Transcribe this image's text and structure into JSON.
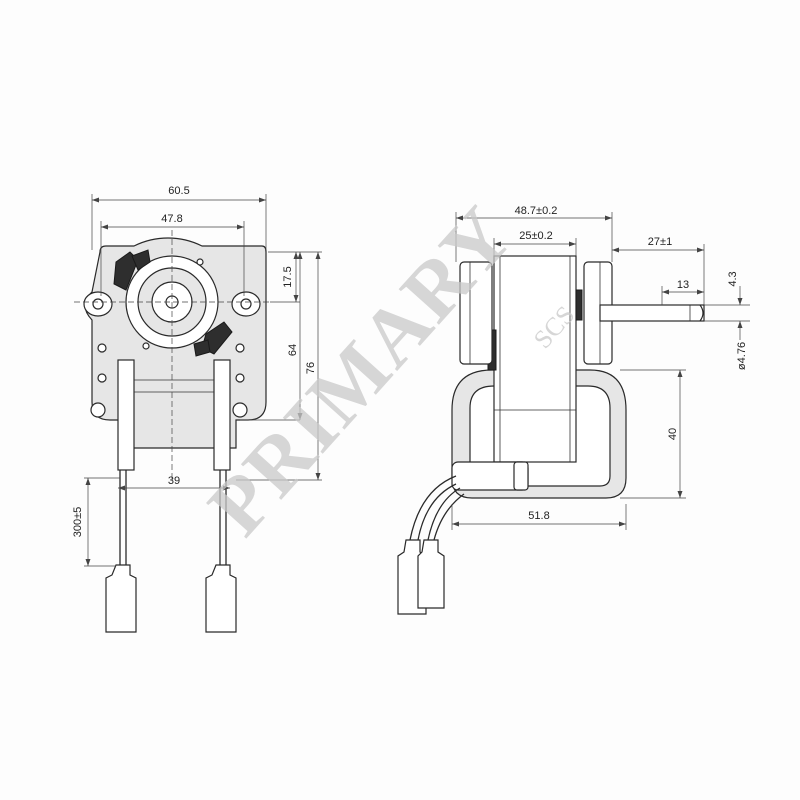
{
  "front_view": {
    "dim_overall_width": "60.5",
    "dim_hole_spacing": "47.8",
    "dim_top_offset": "17.5",
    "dim_mid_height": "64",
    "dim_total_height": "76",
    "dim_leg_spacing": "39",
    "dim_lead_length": "300±5"
  },
  "side_view": {
    "dim_overall_length": "48.7±0.2",
    "dim_core_width": "25±0.2",
    "dim_shaft_length": "27±1",
    "dim_flat_length": "13",
    "dim_flat_depth": "4.3",
    "dim_shaft_diameter": "ø4.76",
    "dim_bracket_height": "40",
    "dim_bracket_width": "51.8"
  },
  "watermark": {
    "brand": "PRIMARY",
    "sub": "SCS"
  },
  "colors": {
    "line": "#2a2a2a",
    "watermark": "#c9c9c9",
    "background": "#fdfdfd"
  }
}
